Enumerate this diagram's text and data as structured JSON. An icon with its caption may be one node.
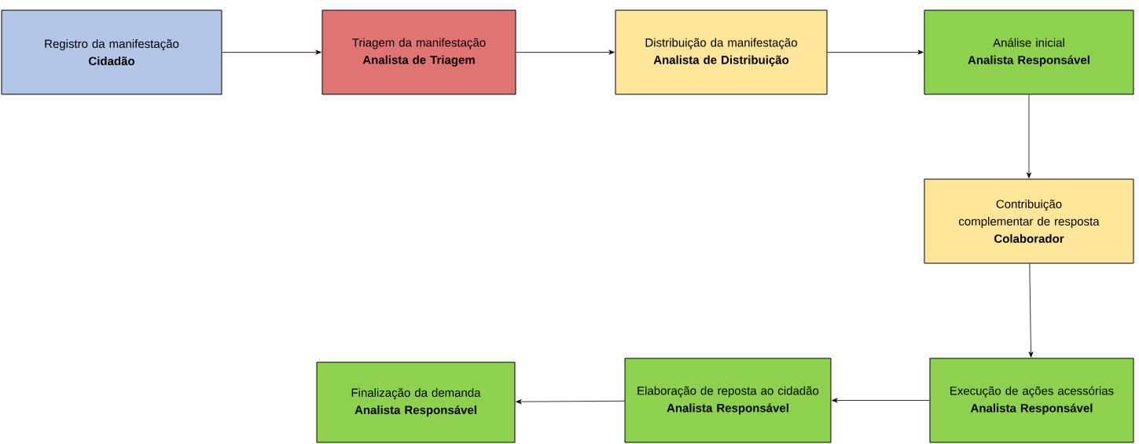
{
  "diagram": {
    "nodes": [
      {
        "text": [
          "Registro da manifestação",
          "Cidadão"
        ]
      },
      {
        "text": [
          "Triagem da manifestação",
          "Analista de Triagem"
        ]
      },
      {
        "text": [
          "Distribuição da manifestação",
          "Analista de Distribuição"
        ]
      },
      {
        "text": [
          "Análise inicial",
          "Analista Responsável"
        ]
      },
      {
        "text": [
          "Contribuição complementar de resposta",
          "Colaborador"
        ]
      },
      {
        "text": [
          "Execução de ações acessórias",
          "Analista Responsável"
        ]
      },
      {
        "text": [
          "Elaboração de reposta ao cidadão",
          "Analista Responsável"
        ]
      },
      {
        "text": [
          "Finalização da demanda",
          "Analista Responsável"
        ]
      }
    ],
    "edges": [
      {
        "from": 0,
        "to": 1,
        "arrow": "to"
      },
      {
        "from": 1,
        "to": 2,
        "arrow": "to"
      },
      {
        "from": 2,
        "to": 3,
        "arrow": "to"
      },
      {
        "from": 3,
        "to": 4,
        "arrow": "to"
      },
      {
        "from": 4,
        "to": 5,
        "arrow": "to"
      },
      {
        "from": 5,
        "to": 6,
        "arrow": "to"
      },
      {
        "from": 6,
        "to": 7,
        "arrow": "to"
      }
    ]
  }
}
